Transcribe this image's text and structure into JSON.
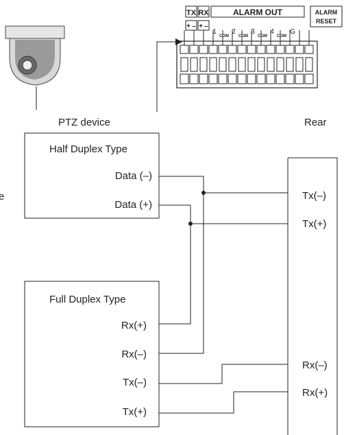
{
  "labels": {
    "ptz_device": "PTZ device",
    "rear": "Rear",
    "half_duplex_type": "Half Duplex Type",
    "full_duplex_type": "Full Duplex Type",
    "half_data_minus": "Data (–)",
    "half_data_plus": "Data (+)",
    "full_rx_plus": "Rx(+)",
    "full_rx_minus": "Rx(–)",
    "full_tx_minus": "Tx(–)",
    "full_tx_plus": "Tx(+)",
    "rear_tx_minus": "Tx(–)",
    "rear_tx_plus": "Tx(+)",
    "rear_rx_minus": "Rx(–)",
    "rear_rx_plus": "Rx(+)",
    "edge_fragment": "e"
  },
  "terminal_block": {
    "tx": "TX",
    "rx": "RX",
    "alarm_out": "ALARM OUT",
    "alarm": "ALARM",
    "reset": "RESET",
    "pin_labels": [
      "+",
      "–",
      "+",
      "–",
      "1",
      "COM",
      "2",
      "COM",
      "3",
      "COM",
      "4",
      "COM",
      "G"
    ]
  },
  "icons": {
    "camera": "ptz-dome-camera-icon",
    "arrow": "arrow-right-icon"
  }
}
